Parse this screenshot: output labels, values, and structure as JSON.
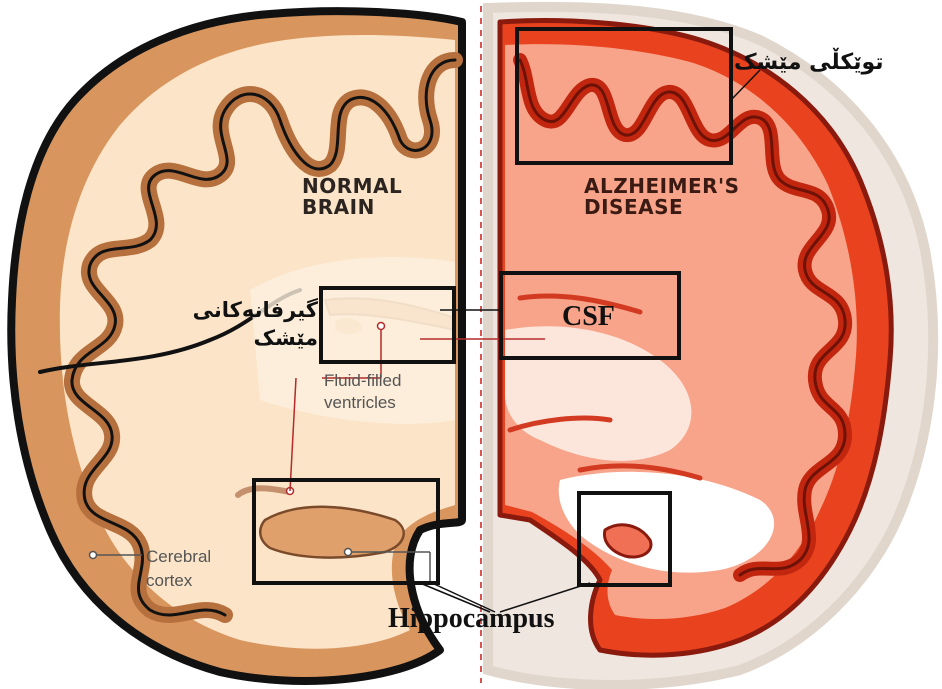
{
  "labels": {
    "normal_brain": [
      "NORMAL",
      "BRAIN"
    ],
    "alzheimers_disease": [
      "ALZHEIMER'S",
      "DISEASE"
    ],
    "fluid_filled_ventricles": [
      "Fluid-filled",
      "ventricles"
    ],
    "cerebral_cortex": [
      "Cerebral",
      "cortex"
    ],
    "csf": "CSF",
    "hippocampus": "Hippocampus",
    "kurdish_cortex": "توێکڵی مێشک",
    "kurdish_ventricles": [
      "گیرفانەکانی",
      "مێشک"
    ]
  },
  "colors": {
    "normal_cortex": "#d9955e",
    "normal_inner": "#fbe4c8",
    "alz_cortex": "#e8421f",
    "alz_inner": "#f7a48a",
    "outline": "#111111",
    "accent_line": "#b52a2a"
  }
}
